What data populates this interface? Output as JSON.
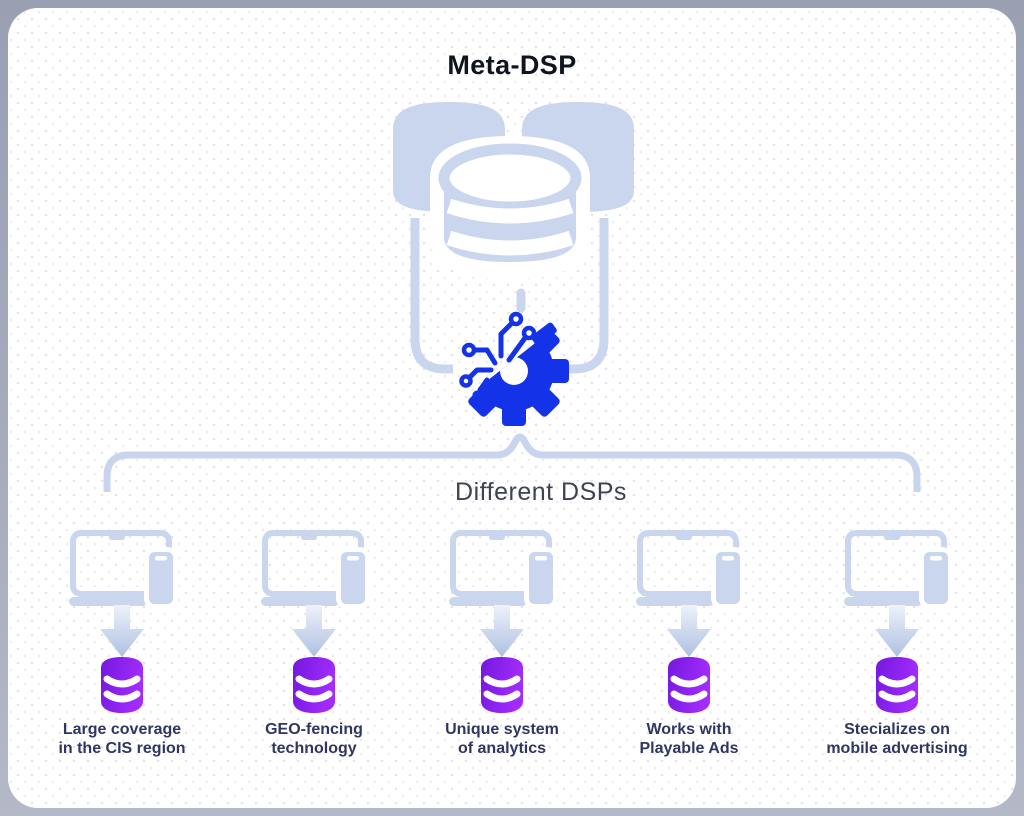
{
  "diagram": {
    "title": "Meta-DSP",
    "group_label": "Different DSPs",
    "dsps": [
      {
        "line1": "Large coverage",
        "line2": "in the CIS region"
      },
      {
        "line1": "GEO-fencing",
        "line2": "technology"
      },
      {
        "line1": "Unique system",
        "line2": "of analytics"
      },
      {
        "line1": "Works with",
        "line2": "Playable Ads"
      },
      {
        "line1": "Stecializes on",
        "line2": "mobile advertising"
      }
    ]
  },
  "icons": {
    "top": "database-cluster-icon",
    "processor": "circuit-gear-icon",
    "connector": "brace-connector",
    "per_dsp": [
      "laptop-and-phone-icon",
      "down-arrow-icon",
      "database-icon"
    ]
  },
  "colors": {
    "icon_light_blue": "#c9d6ee",
    "gear_blue": "#1433e8",
    "dsp_gradient_start": "#7318df",
    "dsp_gradient_end": "#a32cfc",
    "arrow_gradient_top": "#eef2fa",
    "arrow_gradient_bottom": "#aec0e2",
    "label_text": "#2f3660",
    "title_text": "#0f141f",
    "subtitle_text": "#3d4352",
    "page_background": "#a2a9ba",
    "card_background": "#ffffff"
  }
}
